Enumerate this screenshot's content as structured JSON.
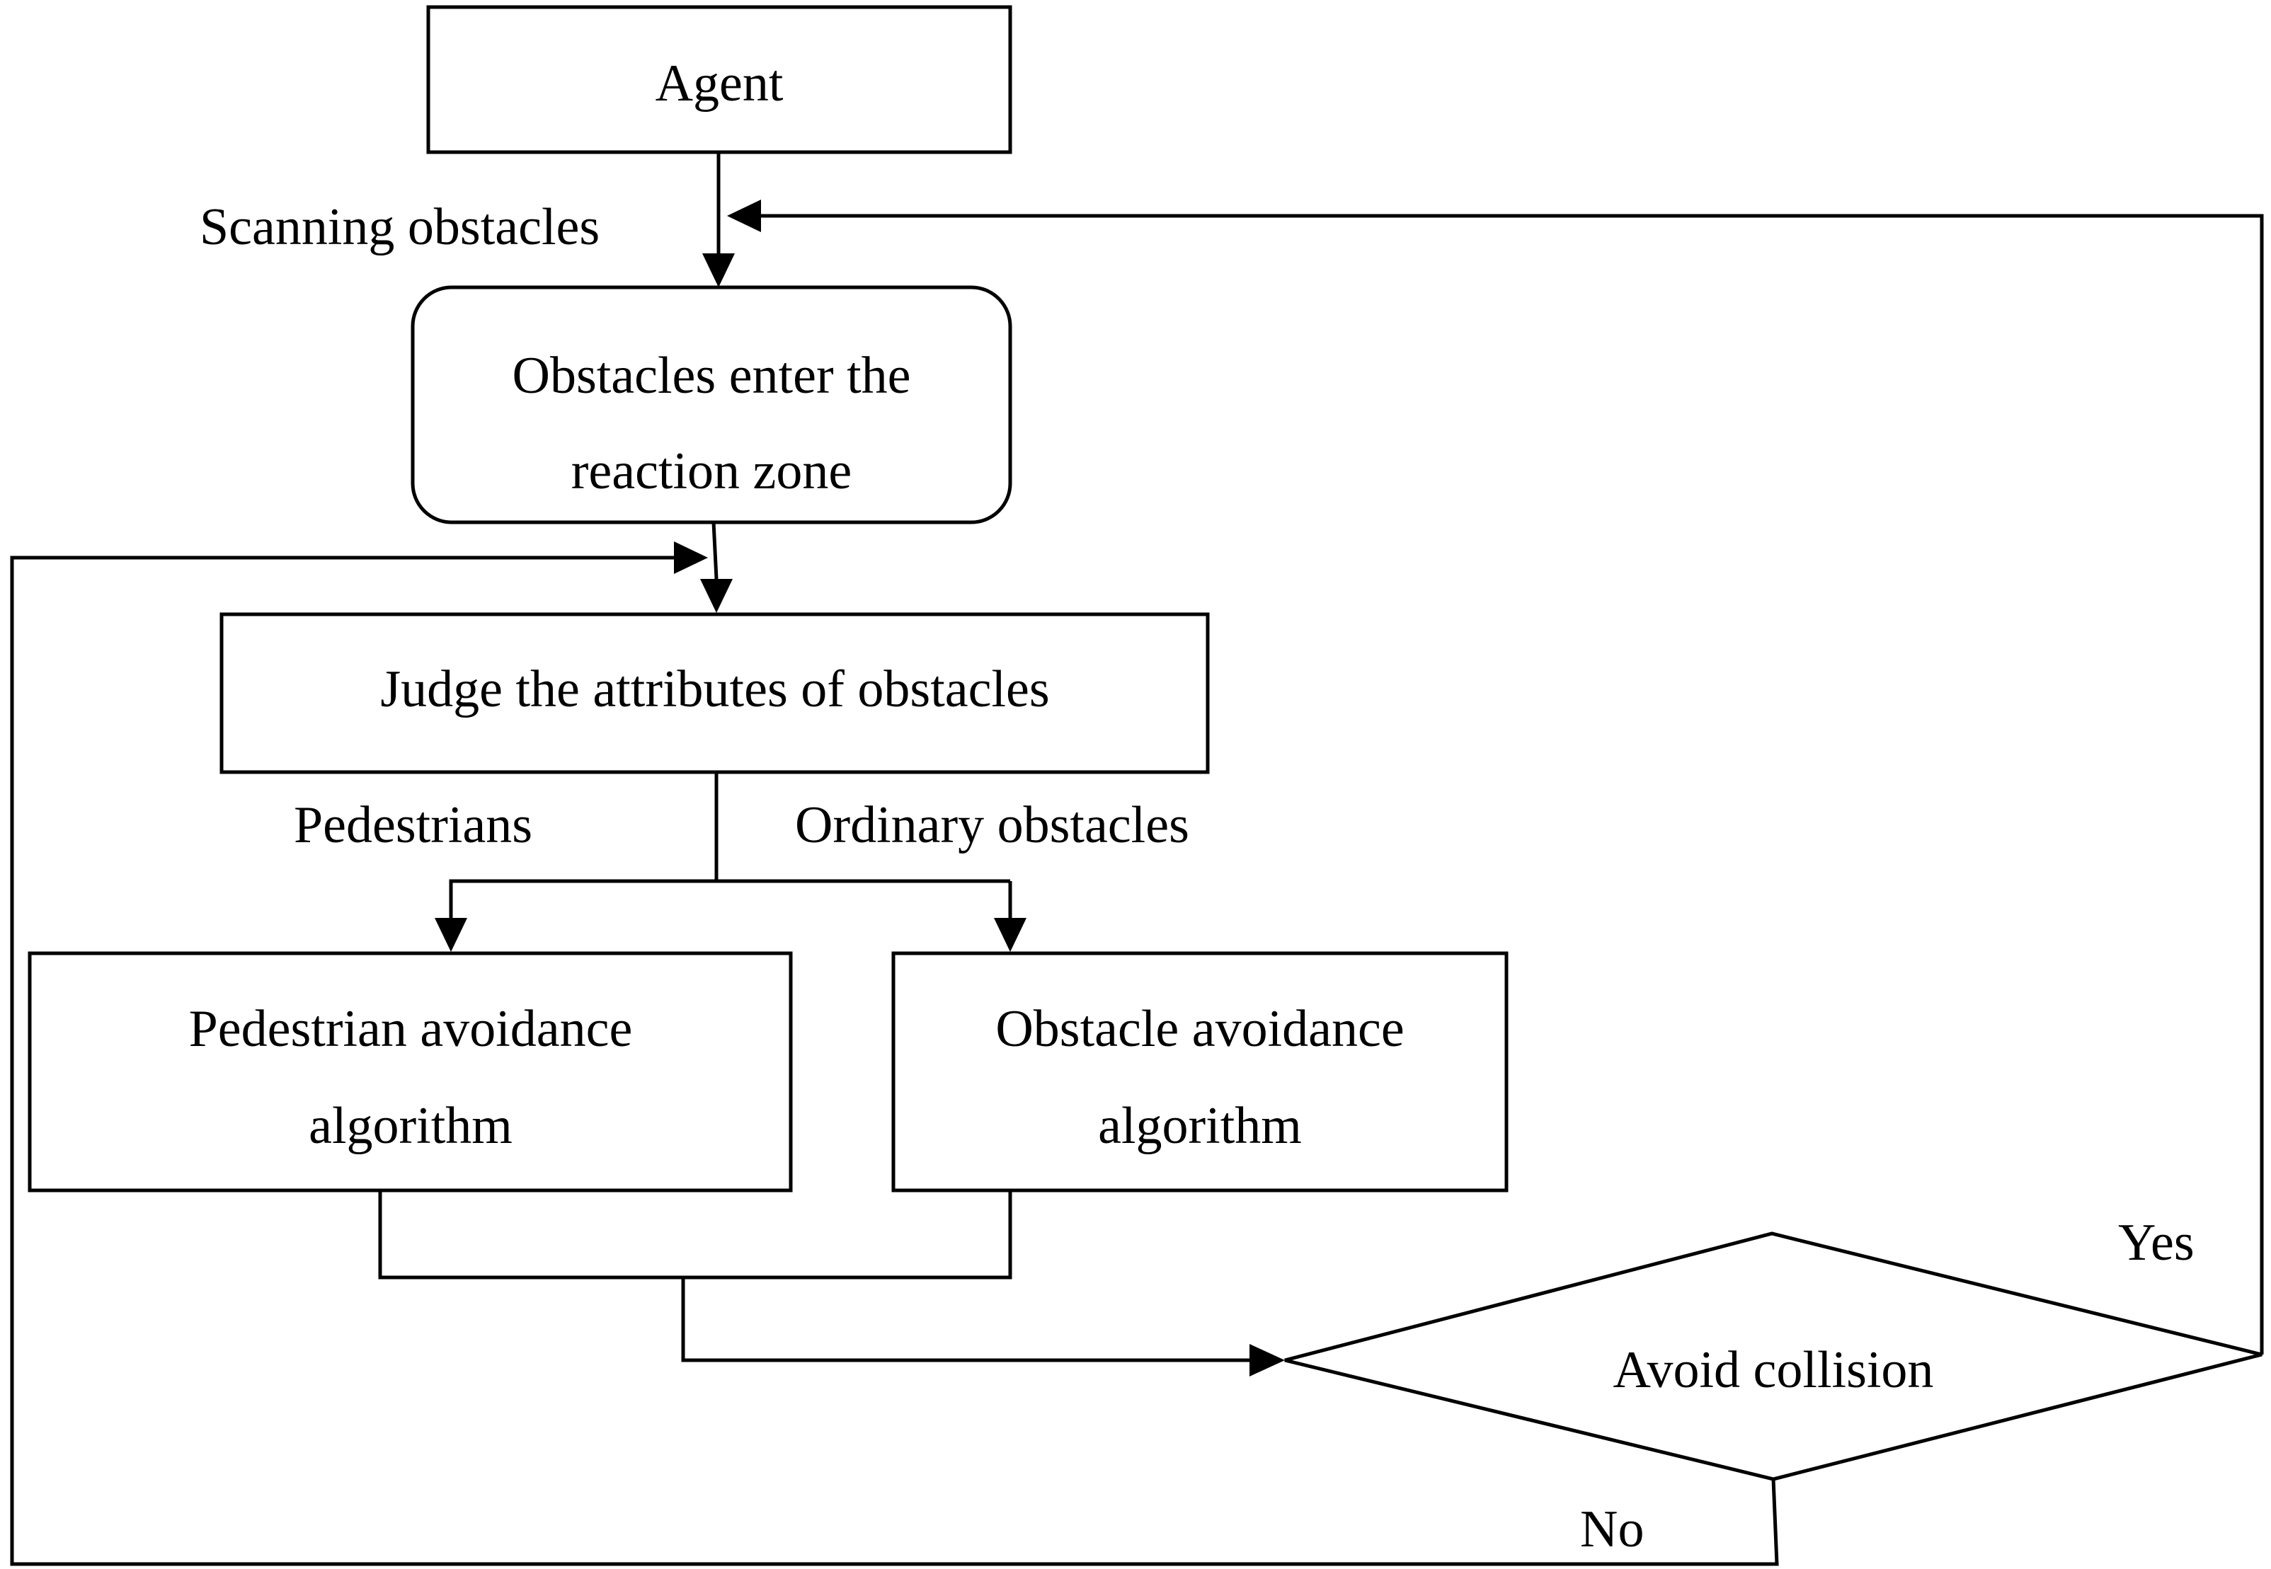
{
  "nodes": {
    "agent": {
      "label": "Agent"
    },
    "reaction_zone": {
      "line1": "Obstacles enter the",
      "line2": "reaction zone"
    },
    "judge": {
      "label": "Judge the attributes of obstacles"
    },
    "pedestrian_algo": {
      "line1": "Pedestrian avoidance",
      "line2": "algorithm"
    },
    "obstacle_algo": {
      "line1": "Obstacle avoidance",
      "line2": "algorithm"
    },
    "decision": {
      "label": "Avoid collision"
    }
  },
  "edge_labels": {
    "scanning": "Scanning obstacles",
    "pedestrians": "Pedestrians",
    "ordinary": "Ordinary obstacles",
    "yes": "Yes",
    "no": "No"
  },
  "colors": {
    "stroke": "#000000",
    "background": "#ffffff"
  }
}
